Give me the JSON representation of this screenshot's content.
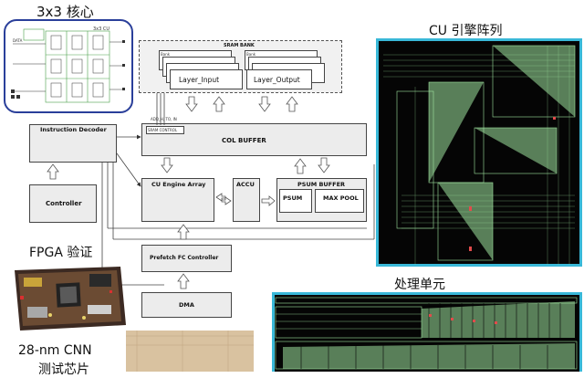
{
  "labels": {
    "core": "3x3 核心",
    "cu_array_title": "CU 引擎阵列",
    "fpga": "FPGA 验证",
    "pe_title": "处理单元",
    "chip_line1": "28-nm CNN",
    "chip_line2": "测试芯片"
  },
  "core_inset": {
    "heading": "3x3 CU",
    "pin_text": "DATA"
  },
  "blocks": {
    "sram_bank": "SRAM BANK",
    "layer_input": "Layer_Input",
    "layer_output": "Layer_Output",
    "bank_tag": "Bank",
    "sram_control": "SRAM CONTROL",
    "col_buffer": "COL BUFFER",
    "instruction_decoder": "Instruction Decoder",
    "controller": "Controller",
    "cu_engine_array": "CU Engine Array",
    "accu": "ACCU",
    "psum_buffer": "PSUM BUFFER",
    "psum": "PSUM",
    "max_pool": "MAX POOL",
    "prefetch": "Prefetch FC Controller",
    "dma": "DMA",
    "addr_signals": "ADD_H, TO, IN"
  },
  "colors": {
    "accent_border": "#2a3f9a",
    "layout_bg": "#050505",
    "layout_green": "#9fe39f",
    "block_fill": "#ececec",
    "frame_cyan": "#39b8d8"
  }
}
